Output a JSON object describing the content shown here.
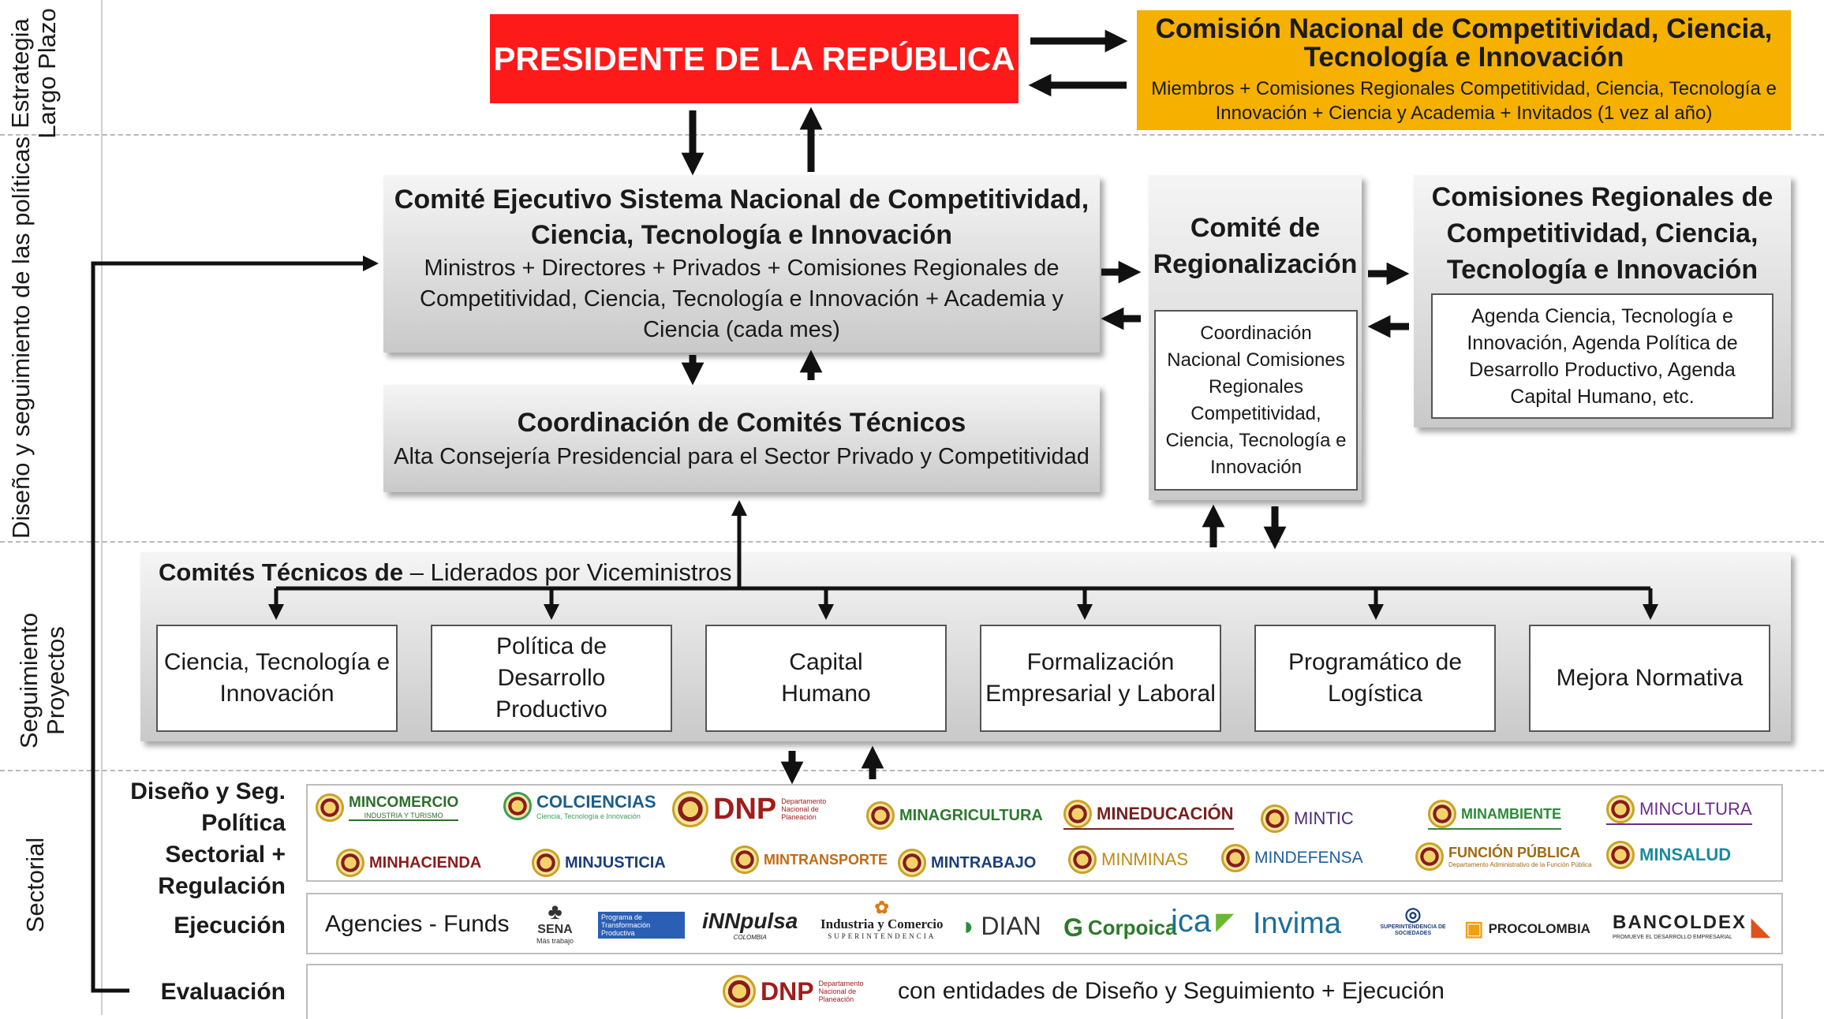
{
  "side_labels": {
    "strategy": "Estrategia\nLargo Plazo",
    "design": "Diseño y seguimiento de las políticas",
    "followup": "Seguimiento\nProyectos",
    "sectoral": "Sectorial"
  },
  "president": "PRESIDENTE DE LA REPÚBLICA",
  "national_commission": {
    "title": "Comisión Nacional de Competitividad, Ciencia, Tecnología e Innovación",
    "body": "Miembros + Comisiones Regionales Competitividad, Ciencia, Tecnología e Innovación + Ciencia y Academia + Invitados (1 vez al año)"
  },
  "executive_committee": {
    "title": "Comité Ejecutivo Sistema Nacional de Competitividad, Ciencia, Tecnología e  Innovación",
    "body": "Ministros + Directores + Privados + Comisiones Regionales de Competitividad, Ciencia, Tecnología e Innovación + Academia y Ciencia (cada mes)"
  },
  "regionalization": {
    "title": "Comité de Regionalización",
    "body": "Coordinación Nacional Comisiones Regionales Competitividad, Ciencia, Tecnología e Innovación"
  },
  "regional_commissions": {
    "title": "Comisiones Regionales de Competitividad, Ciencia, Tecnología e Innovación",
    "body": "Agenda Ciencia, Tecnología e Innovación, Agenda Política de Desarrollo Productivo, Agenda Capital Humano, etc."
  },
  "technical_coordination": {
    "title": "Coordinación de Comités Técnicos",
    "body": "Alta Consejería Presidencial para el Sector Privado y Competitividad"
  },
  "technical_committees": {
    "title_bold": "Comités Técnicos de",
    "title_rest": " – Liderados por Viceministros",
    "items": [
      "Ciencia, Tecnología e Innovación",
      "Política de Desarrollo Productivo",
      "Capital Humano",
      "Formalización Empresarial y Laboral",
      "Programático de Logística",
      "Mejora Normativa"
    ]
  },
  "sectoral": {
    "design_label": "Diseño y Seg. Política Sectorial + Regulación",
    "execution_label": "Ejecución",
    "evaluation_label": "Evaluación",
    "agencies_label": "Agencies - Funds",
    "evaluation_text": "con  entidades de Diseño y Seguimiento + Ejecución",
    "ministries_row1": [
      "MINCOMERCIO",
      "COLCIENCIAS",
      "DNP",
      "MINAGRICULTURA",
      "MINEDUCACIÓN",
      "MINTIC",
      "MINAMBIENTE",
      "MINCULTURA"
    ],
    "ministries_row1_sub": [
      "INDUSTRIA Y TURISMO",
      "Ciencia, Tecnología e Innovación",
      "Departamento Nacional de Planeación",
      "",
      "",
      "",
      "",
      ""
    ],
    "ministries_row2": [
      "MINHACIENDA",
      "MINJUSTICIA",
      "MINTRANSPORTE",
      "MINTRABAJO",
      "MINMINAS",
      "MINDEFENSA",
      "FUNCIÓN PÚBLICA",
      "MINSALUD"
    ],
    "ministries_row2_sub": [
      "",
      "",
      "",
      "",
      "",
      "",
      "Departamento Administrativo de la Función Pública",
      ""
    ],
    "agencies": [
      "SENA",
      "Programa de Transformación Productiva",
      "iNNpulsa",
      "Industria y Comercio",
      "DIAN",
      "Corpoica",
      "ica",
      "Invima",
      "SUPERINTENDENCIA DE SOCIEDADES",
      "PROCOLOMBIA",
      "BANCOLDEX"
    ],
    "agencies_sub": [
      "Más trabajo",
      "",
      "COLOMBIA",
      "SUPERINTENDENCIA",
      "",
      "",
      "",
      "",
      "",
      "",
      "PROMUEVE EL DESARROLLO EMPRESARIAL"
    ],
    "evaluation_logo": "DNP",
    "evaluation_logo_sub": "Departamento Nacional de Planeación"
  },
  "colors": {
    "president_red": "#ff1a1a",
    "commission_orange": "#f5b000",
    "arrow": "#111111"
  }
}
